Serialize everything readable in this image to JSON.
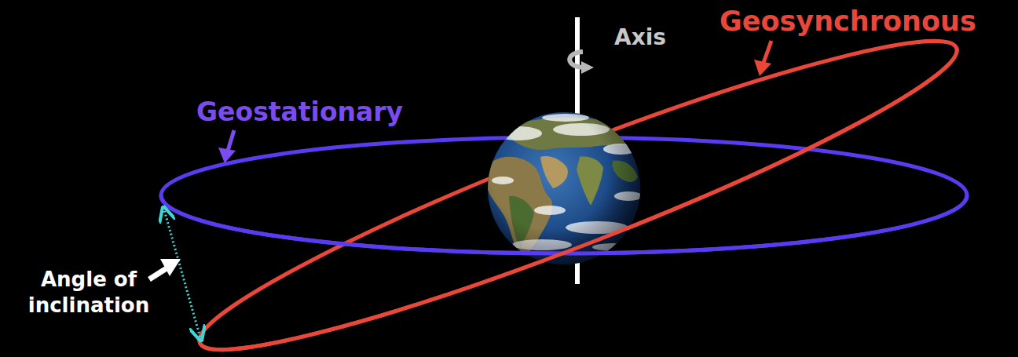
{
  "diagram": {
    "labels": [
      "Axis",
      "Geosynchronous",
      "Geostationary",
      "Angle of inclination"
    ]
  }
}
